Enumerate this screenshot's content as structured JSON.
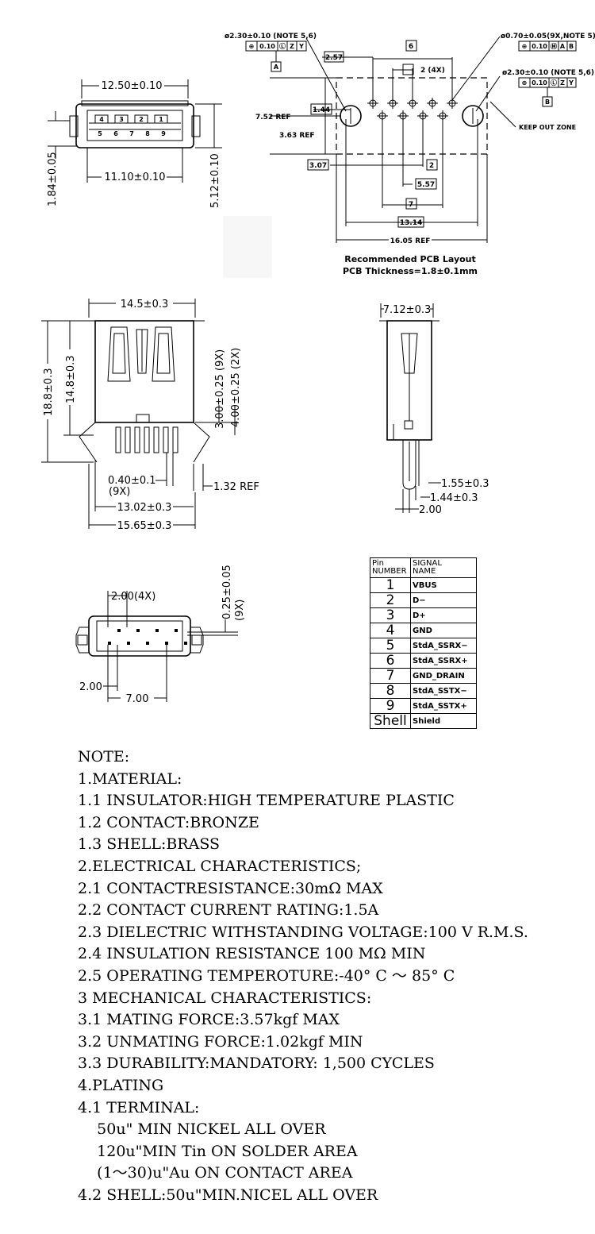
{
  "front_view": {
    "width_top": "12.50±0.10",
    "width_bottom": "11.10±0.10",
    "height_left": "1.84±0.05",
    "height_right": "5.12±0.10",
    "pins_top": [
      "4",
      "3",
      "2",
      "1"
    ],
    "pins_bottom": [
      "5",
      "6",
      "7",
      "8",
      "9"
    ]
  },
  "pcb_layout": {
    "note_left": "ø2.30±0.10 (NOTE 5,6)",
    "frame_left": [
      "⊕",
      "0.10",
      "Ⓛ",
      "Z",
      "Y"
    ],
    "datum_a": "A",
    "note_right_top": "ø0.70±0.05(9X,NOTE 5)",
    "frame_right_top": [
      "⊕",
      "0.10",
      "Ⓜ",
      "A",
      "B"
    ],
    "note_right": "ø2.30±0.10 (NOTE 5,6)",
    "frame_right": [
      "⊕",
      "0.10",
      "Ⓛ",
      "Z",
      "Y"
    ],
    "datum_b": "B",
    "d_2_57": "2.57",
    "d_6": "6",
    "d_2_4x": "2 (4X)",
    "d_1_44": "1.44",
    "d_7_52": "7.52 REF",
    "d_3_63": "3.63 REF",
    "keep_out": "KEEP OUT ZONE",
    "d_3_07": "3.07",
    "d_2": "2",
    "d_5_57": "5.57",
    "d_7": "7",
    "d_13_14": "13.14",
    "d_16_05": "16.05 REF",
    "caption_1": "Recommended PCB Layout",
    "caption_2": "PCB Thickness=1.8±0.1mm"
  },
  "side_view": {
    "width_top": "14.5±0.3",
    "height_total": "18.8±0.3",
    "height_body": "14.8±0.3",
    "d_3_00": "3.00±0.25 (9X)",
    "d_4_00": "4.00±0.25 (2X)",
    "d_0_40": "0.40±0.1",
    "d_9x": "(9X)",
    "d_1_32": "1.32 REF",
    "d_13_02": "13.02±0.3",
    "d_15_65": "15.65±0.3"
  },
  "profile_view": {
    "width_top": "7.12±0.3",
    "d_1_55": "1.55±0.3",
    "d_1_44": "1.44±0.3",
    "d_2_00": "2.00"
  },
  "bottom_view": {
    "pitch": "2.00(4X)",
    "d_0_25": "0.25±0.05",
    "d_9x": "(9X)",
    "d_2_00": "2.00",
    "d_7_00": "7.00"
  },
  "pin_table": {
    "header_pin": [
      "Pin",
      "NUMBER"
    ],
    "header_signal": [
      "SIGNAL",
      "NAME"
    ],
    "rows": [
      {
        "pin": "1",
        "signal": "VBUS"
      },
      {
        "pin": "2",
        "signal": "D−"
      },
      {
        "pin": "3",
        "signal": "D+"
      },
      {
        "pin": "4",
        "signal": "GND"
      },
      {
        "pin": "5",
        "signal": "StdA_SSRX−"
      },
      {
        "pin": "6",
        "signal": "StdA_SSRX+"
      },
      {
        "pin": "7",
        "signal": "GND_DRAIN"
      },
      {
        "pin": "8",
        "signal": "StdA_SSTX−"
      },
      {
        "pin": "9",
        "signal": "StdA_SSTX+"
      },
      {
        "pin": "Shell",
        "signal": "Shield"
      }
    ]
  },
  "notes": [
    "NOTE:",
    "1.MATERIAL:",
    "1.1 INSULATOR:HIGH TEMPERATURE PLASTIC",
    "1.2 CONTACT:BRONZE",
    "1.3 SHELL:BRASS",
    "2.ELECTRICAL CHARACTERISTICS;",
    "2.1 CONTACTRESISTANCE:30mΩ MAX",
    "2.2 CONTACT CURRENT RATING:1.5A",
    "2.3 DIELECTRIC WITHSTANDING VOLTAGE:100 V R.M.S.",
    "2.4 INSULATION RESISTANCE 100 MΩ MIN",
    "2.5 OPERATING TEMPEROTURE:-40° C ～ 85° C",
    "3 MECHANICAL CHARACTERISTICS:",
    "3.1 MATING FORCE:3.57kgf MAX",
    "3.2 UNMATING FORCE:1.02kgf MIN",
    "3.3 DURABILITY:MANDATORY: 1,500 CYCLES",
    "4.PLATING",
    "4.1 TERMINAL:",
    "    50u\" MIN NICKEL ALL OVER",
    "    120u\"MIN Tin ON SOLDER AREA",
    "    (1～30)u\"Au ON CONTACT AREA",
    "4.2 SHELL:50u\"MIN.NICEL ALL OVER"
  ]
}
